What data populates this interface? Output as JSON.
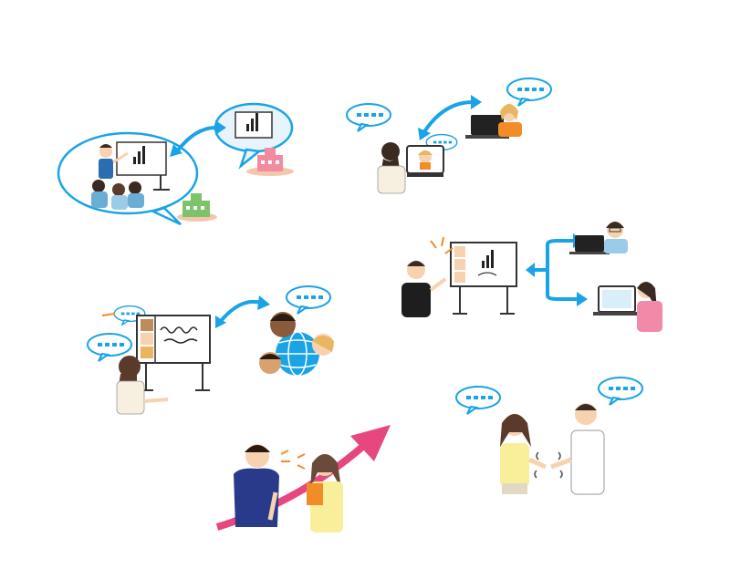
{
  "scenes": [
    {
      "name": "remote-classroom",
      "people": 4
    },
    {
      "name": "video-call",
      "people": 2
    },
    {
      "name": "whiteboard-remote-meeting",
      "people": 3
    },
    {
      "name": "global-collaboration",
      "people": 4
    },
    {
      "name": "handshake-agreement",
      "people": 2
    },
    {
      "name": "growth-discussion",
      "people": 2
    }
  ],
  "colors": {
    "accent_blue": "#1aa3e6",
    "bubble_border": "#1aa3e6",
    "arrow_pink": "#e8467f",
    "board_fill": "#ffffff",
    "board_stroke": "#333333",
    "hair_dark": "#3a2a22",
    "skin": "#f7d2b0",
    "building": "#f28aa0",
    "building2": "#7cc36a"
  },
  "icons": [
    "speech-bubble-icon",
    "chart-icon",
    "laptop-icon",
    "globe-icon",
    "building-icon",
    "arrow-icon"
  ]
}
